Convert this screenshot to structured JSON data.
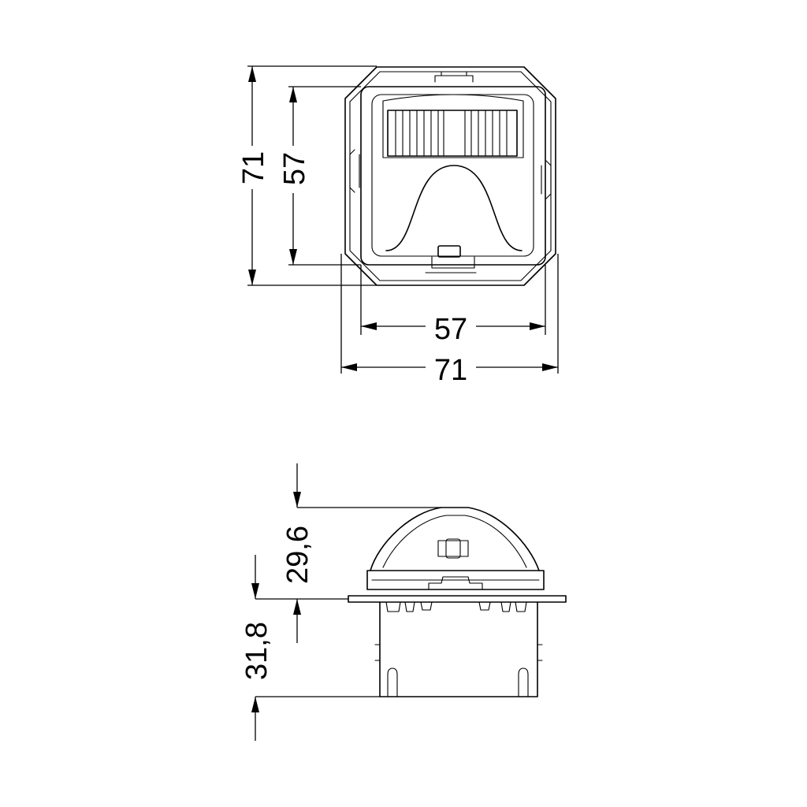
{
  "front_view": {
    "outer_height": "71",
    "inner_height": "57",
    "inner_width": "57",
    "outer_width": "71"
  },
  "side_view": {
    "height_above": "29,6",
    "depth_below": "31,8"
  }
}
